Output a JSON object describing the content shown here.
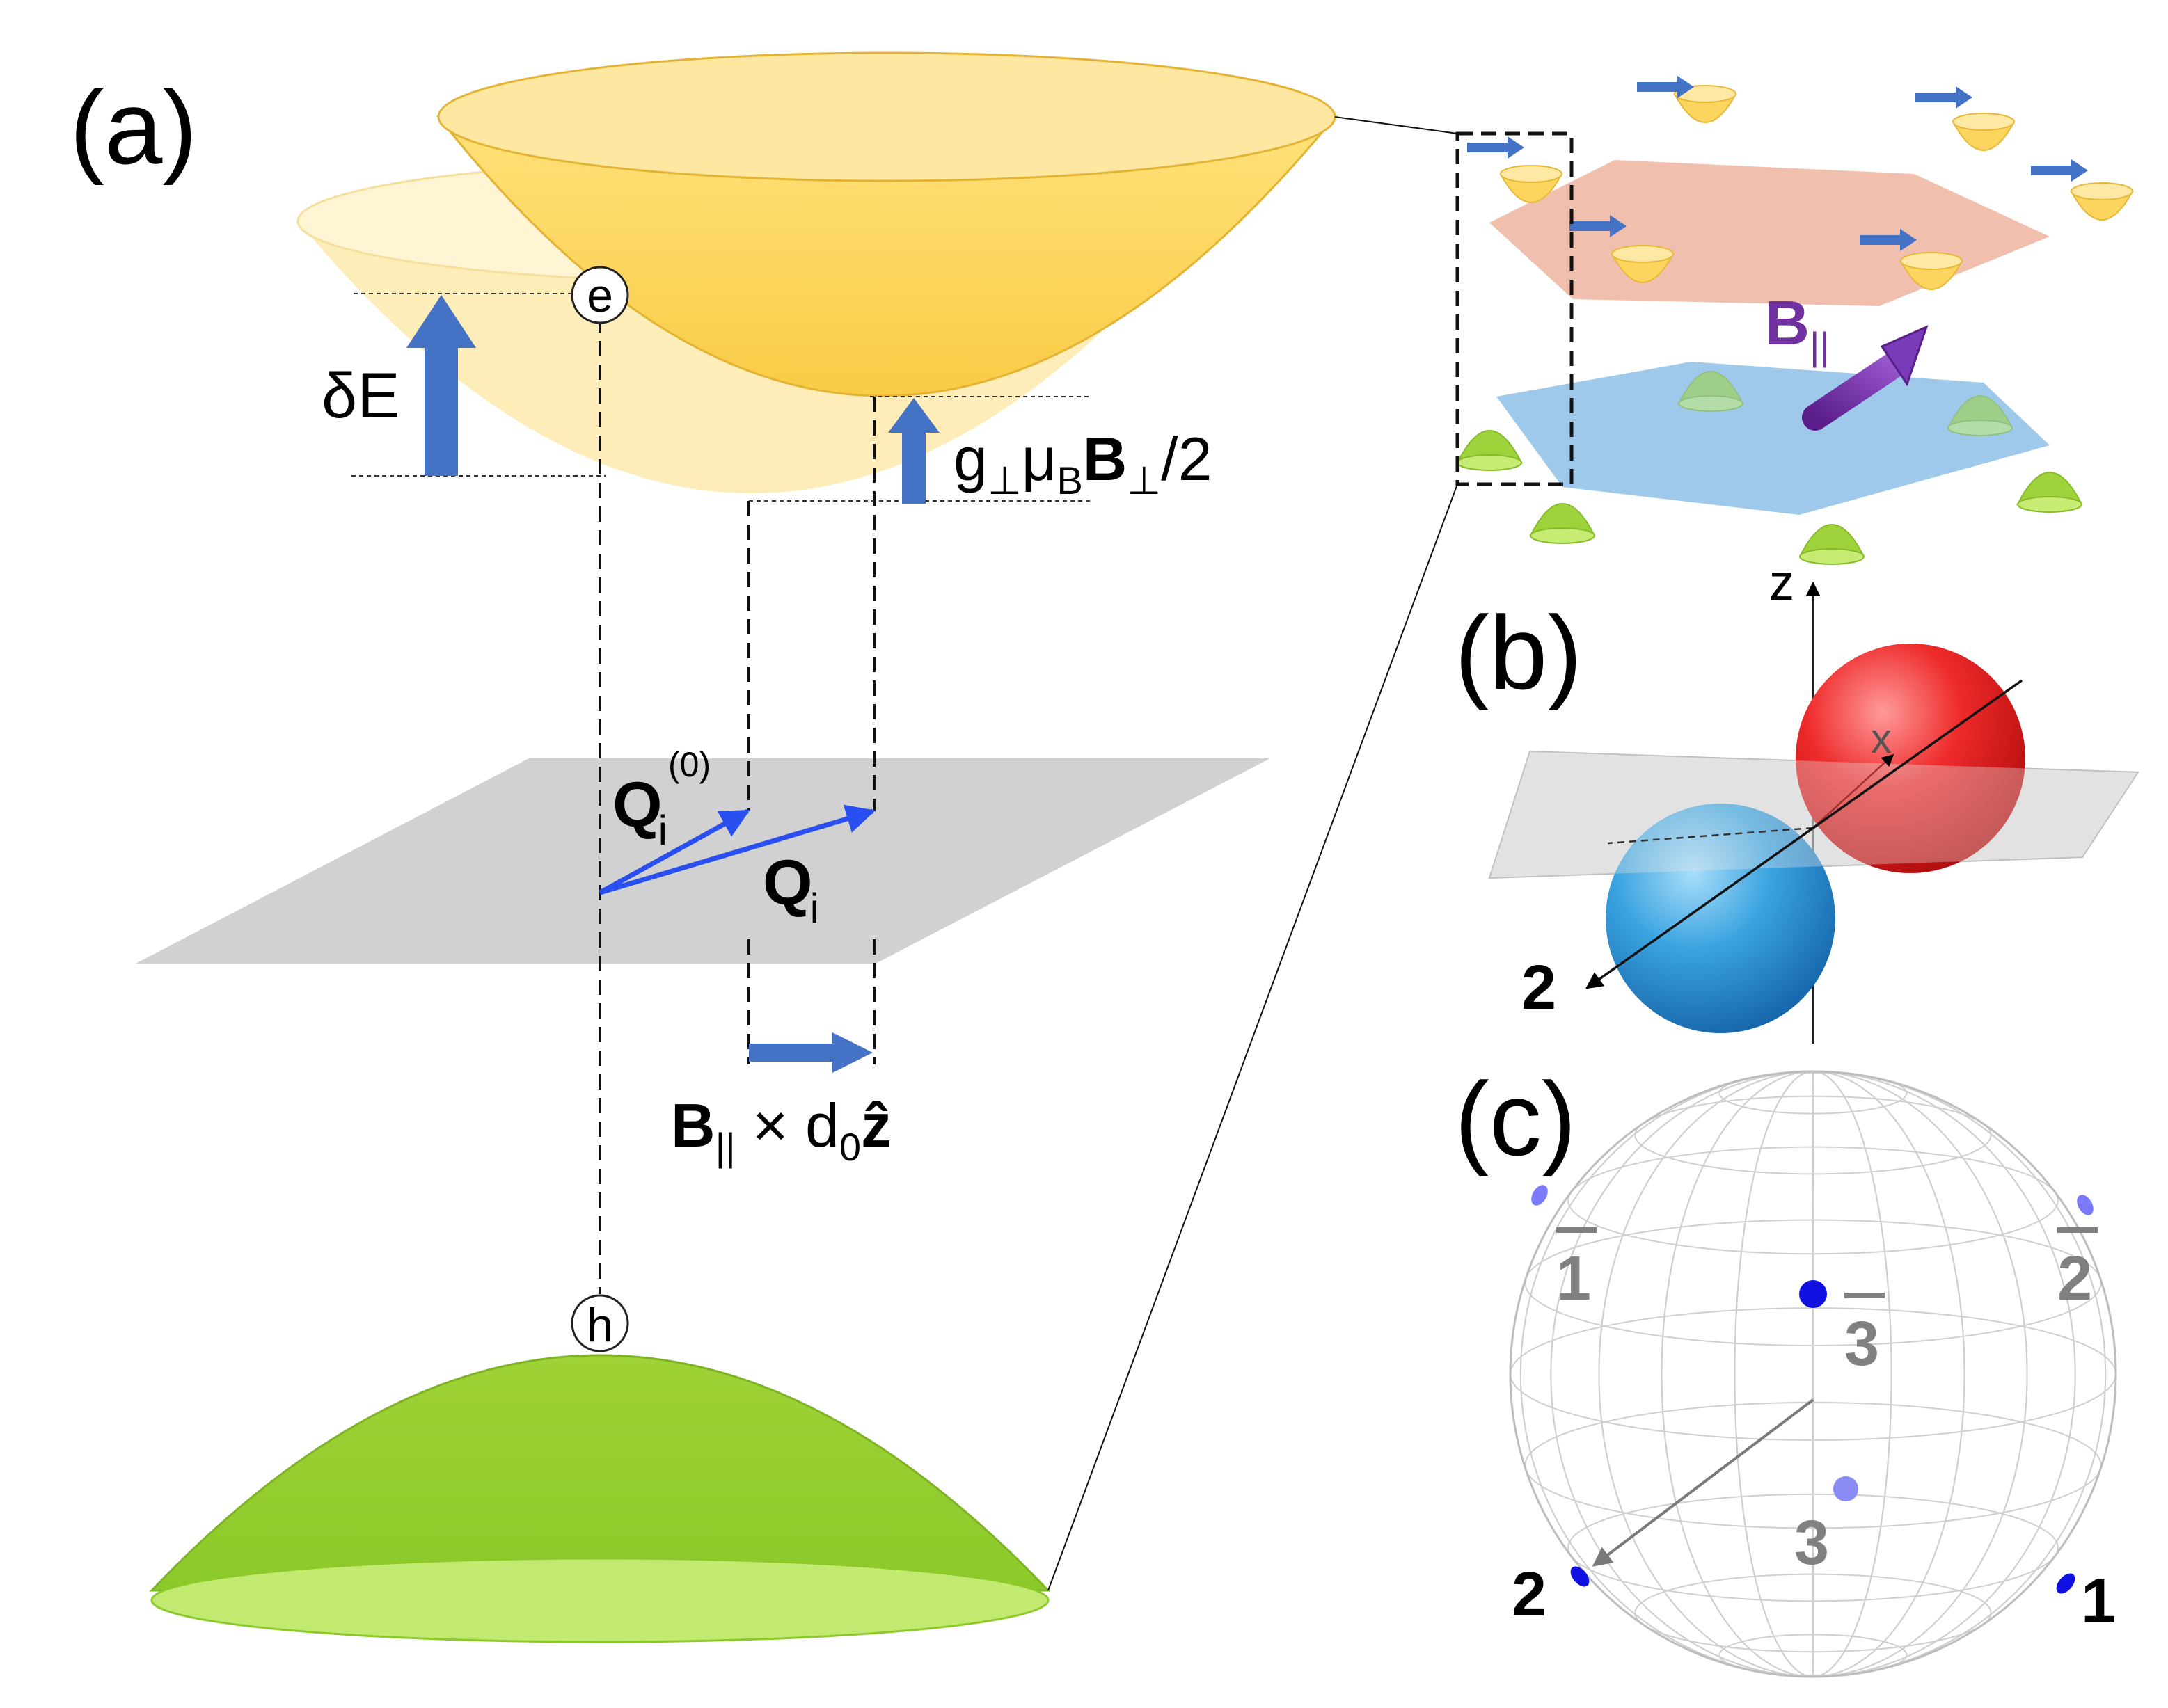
{
  "panels": {
    "a": "(a)",
    "b": "(b)",
    "c": "(c)"
  },
  "labels": {
    "e": "e",
    "h": "h",
    "deltaE": "δE",
    "zeeman": {
      "g": "g",
      "perp1": "⊥",
      "mu": "μ",
      "B_sub": "B",
      "B": "B",
      "perp2": "⊥",
      "tail": "/2"
    },
    "Q0": {
      "Q": "Q",
      "i": "i",
      "sup": "(0)"
    },
    "Qi": {
      "Q": "Q",
      "i": "i"
    },
    "shift": {
      "B": "B",
      "par": "||",
      "times": " × d",
      "zero": "0",
      "zhat": "ẑ"
    },
    "Bpar": {
      "B": "B",
      "par": "||"
    }
  },
  "axis_b": {
    "z": "z",
    "x": "x",
    "two": "2"
  },
  "sphere_c": {
    "points": [
      {
        "label": "1",
        "bar": true
      },
      {
        "label": "2",
        "bar": true
      },
      {
        "label": "3",
        "bar": true
      },
      {
        "label": "3",
        "bar": false
      },
      {
        "label": "2",
        "bar": false
      },
      {
        "label": "1",
        "bar": false
      }
    ]
  },
  "colors": {
    "electron_band": "#fbd35a",
    "electron_band_ghost": "#fde8a8",
    "hole_band": "#9dd13c",
    "hole_rim": "#c2ea70",
    "arrow_blue": "#4472c4",
    "vector_blue": "#2a4ff0",
    "purple": "#7030a0",
    "sphere_red": "#e02020",
    "sphere_blue": "#2f9bd8",
    "top_layer": "#f0b8a4",
    "bottom_layer": "#8ec0e6",
    "plane_gray": "#cccccc"
  }
}
